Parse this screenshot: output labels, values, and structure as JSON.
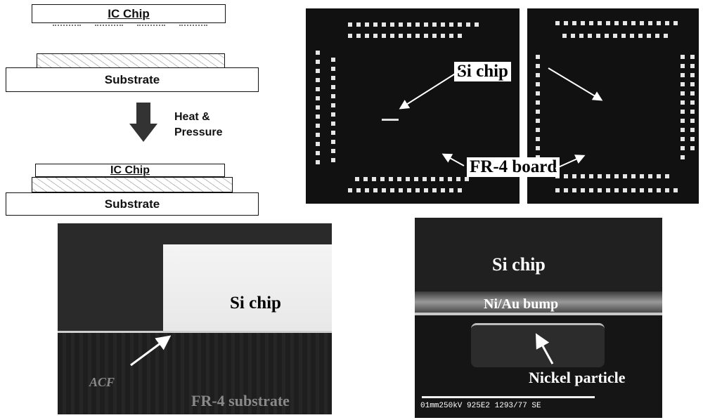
{
  "process_diagram": {
    "top_chip_label": "IC Chip",
    "substrate_label_1": "Substrate",
    "step_label": "Heat &\nPressure",
    "bonded_chip_label": "IC Chip",
    "substrate_label_2": "Substrate"
  },
  "xray_panel": {
    "chip_label": "Si chip",
    "board_label": "FR-4 board"
  },
  "cross_section_left": {
    "chip_label": "Si chip",
    "acf_label": "ACF",
    "substrate_label": "FR-4 substrate"
  },
  "cross_section_right": {
    "chip_label": "Si chip",
    "bump_label": "Ni/Au bump",
    "particle_label": "Nickel particle",
    "sem_info": "01mm250kV 925E2 1293/77 SE"
  },
  "colors": {
    "diagram_stroke": "#111111",
    "arrow_fill": "#333333",
    "photo_dark": "#1a1a1a",
    "label_white": "#ffffff",
    "label_black": "#000000"
  }
}
